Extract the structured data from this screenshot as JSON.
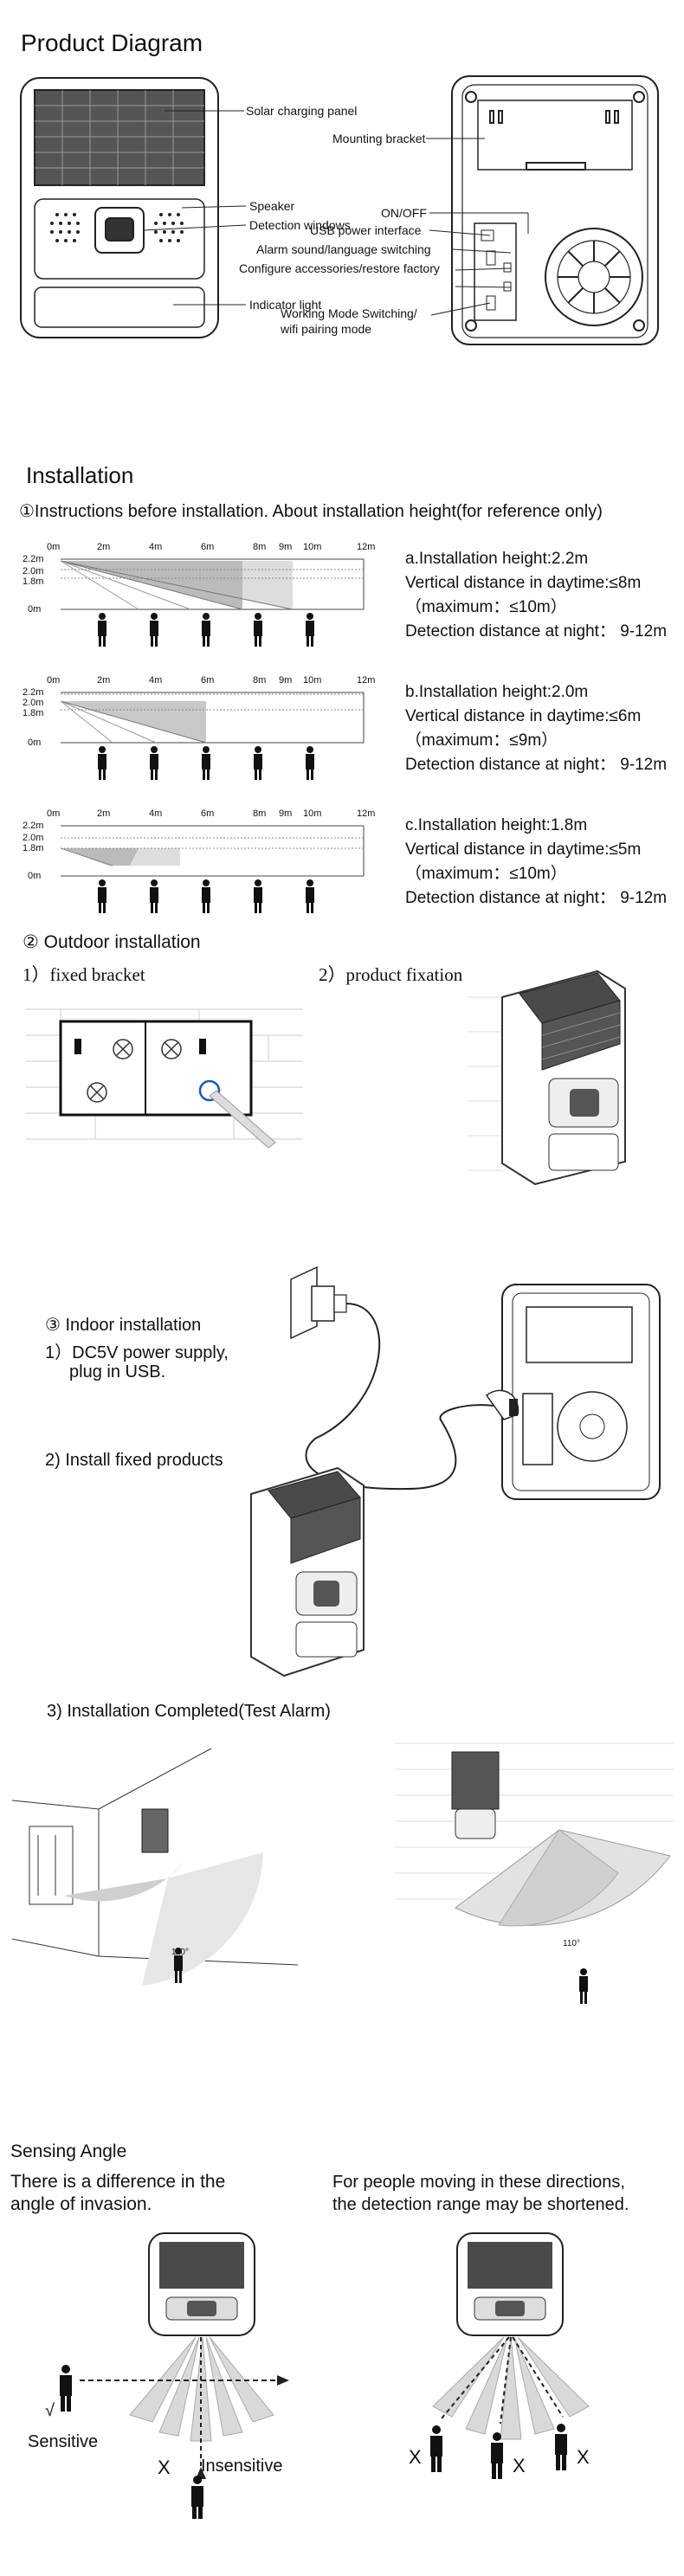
{
  "product_diagram": {
    "title": "Product Diagram",
    "labels": {
      "solar_panel": "Solar charging panel",
      "mounting_bracket": "Mounting bracket",
      "speaker": "Speaker",
      "detection_windows": "Detection windows",
      "indicator_light": "Indicator light",
      "on_off": "ON/OFF",
      "usb_power": "USB power  interface",
      "alarm_sound": "Alarm sound/language switching",
      "configure": "Configure accessories/restore factory",
      "working_mode": "Working Mode Switching/",
      "wifi_pairing": "wifi pairing mode"
    }
  },
  "installation": {
    "title": "Installation",
    "instructions": "①Instructions before installation. About installation height(for reference only)",
    "scale_ticks": [
      "0m",
      "2m",
      "4m",
      "6m",
      "8m",
      "9m",
      "10m",
      "12m"
    ],
    "heights": [
      "2.2m",
      "2.0m",
      "1.8m"
    ],
    "ground": "0m",
    "diagrams": [
      {
        "lines": [
          "a.Installation height:2.2m",
          "Vertical distance in daytime:≤8m",
          "（maximum：≤10m）",
          "Detection distance at night： 9-12m"
        ]
      },
      {
        "lines": [
          "b.Installation height:2.0m",
          "Vertical distance in daytime:≤6m",
          "（maximum：≤9m）",
          "Detection distance at night： 9-12m"
        ]
      },
      {
        "lines": [
          "c.Installation height:1.8m",
          "Vertical distance in daytime:≤5m",
          "（maximum：≤10m）",
          "Detection distance at night： 9-12m"
        ]
      }
    ],
    "outdoor": {
      "title": "② Outdoor installation",
      "step1": "1）fixed bracket",
      "step2": "2）product fixation"
    },
    "indoor": {
      "title": "③ Indoor installation",
      "step1_line1": "1）DC5V power supply,",
      "step1_line2": "plug in USB.",
      "step2": "2) Install fixed products",
      "step3": "3) Installation Completed(Test Alarm)",
      "angle": "110°"
    }
  },
  "sensing_angle": {
    "title": "Sensing Angle",
    "left_line1": "There is a difference in the",
    "left_line2": "angle of invasion.",
    "right_line1": "For people moving in these directions,",
    "right_line2": "the detection range may be shortened.",
    "sensitive": "Sensitive",
    "insensitive": "Insensitive",
    "check": "√",
    "x_mark": "X"
  }
}
